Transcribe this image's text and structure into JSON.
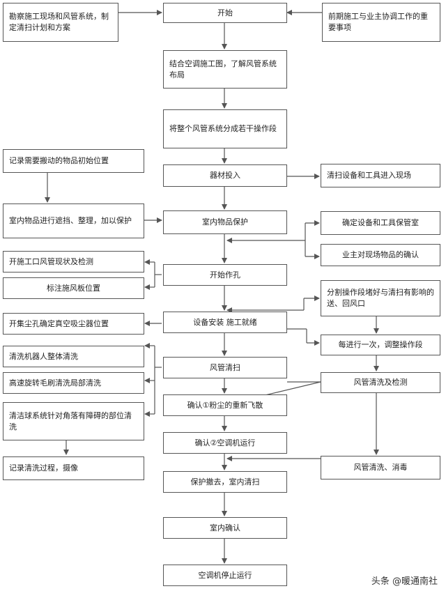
{
  "flowchart": {
    "main": [
      "开始",
      "结合空调施工图，了解风管系统布局",
      "将整个风管系统分成若干操作段",
      "器材投入",
      "室内物品保护",
      "开始作孔",
      "设备安装 施工就绪",
      "风管清扫",
      "确认①粉尘的重新飞散",
      "确认②空调机运行",
      "保护撤去，室内清扫",
      "室内确认",
      "空调机停止运行"
    ],
    "left": [
      "勘察施工现场和风管系统，制定清扫计划和方案",
      "记录需要搬动的物品初始位置",
      "室内物品进行遮挡、整理，加以保护",
      "开施工口风管现状及检测",
      "标注施风板位置",
      "开集尘孔确定真空吸尘器位置",
      "清洗机器人整体清洗",
      "高速旋转毛刷清洗局部清洗",
      "清洁球系统针对角落有障碍的部位清洗",
      "记录清洗过程，摄像"
    ],
    "right": [
      "前期施工与业主协调工作的重要事项",
      "清扫设备和工具进入现场",
      "确定设备和工具保管室",
      "业主对现场物品的确认",
      "分割操作段堵好与清扫有影响的送、回风口",
      "每进行一次，调整操作段",
      "风管清洗及检测",
      "风管清洗、消毒"
    ]
  },
  "watermark": "头条 @暖通南社",
  "colors": {
    "border": "#555555",
    "line": "#555555",
    "background": "#ffffff"
  }
}
